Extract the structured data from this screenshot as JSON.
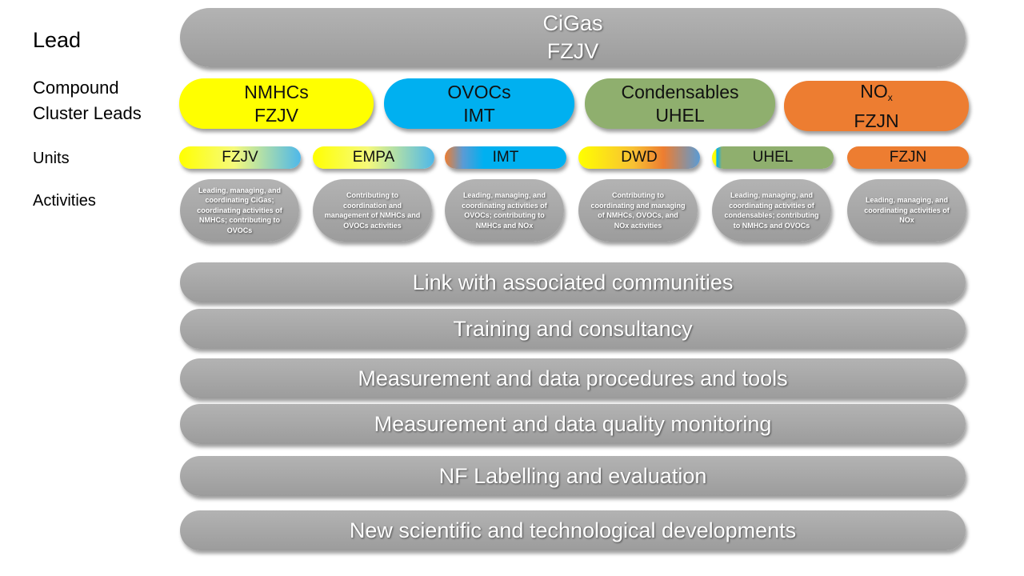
{
  "row_labels": {
    "lead": "Lead",
    "compound_line1": "Compound",
    "compound_line2": "Cluster Leads",
    "units": "Units",
    "activities": "Activities"
  },
  "lead": {
    "line1": "CiGas",
    "line2": "FZJV"
  },
  "clusters": [
    {
      "name": "NMHCs",
      "lead": "FZJV",
      "color": "#ffff00"
    },
    {
      "name": "OVOCs",
      "lead": "IMT",
      "color": "#00b0f0"
    },
    {
      "name": "Condensables",
      "lead": "UHEL",
      "color": "#8faf6e"
    },
    {
      "name": "NO",
      "name_sub": "x",
      "lead": "FZJN",
      "color": "#ed7d31"
    }
  ],
  "units": [
    "FZJV",
    "EMPA",
    "IMT",
    "DWD",
    "UHEL",
    "FZJN"
  ],
  "activities": [
    "Leading, managing, and coordinating CiGas; coordinating activities of NMHCs; contributing to OVOCs",
    "Contributing to coordination and management  of NMHCs  and OVOCs activities",
    "Leading, managing, and coordinating activities of OVOCs; contributing to NMHCs and NOx",
    "Contributing to coordinating and managing of NMHCs, OVOCs, and NOx activities",
    "Leading, managing, and coordinating activities of condensables; contributing to NMHCs and OVOCs",
    "Leading, managing, and coordinating activities of NOx"
  ],
  "bars": [
    "Link with associated communities",
    "Training  and consultancy",
    "Measurement and data procedures and tools",
    "Measurement and data quality monitoring",
    "NF Labelling and evaluation",
    "New scientific and technological developments"
  ],
  "colors": {
    "grey": "#a6a6a6",
    "yellow": "#ffff00",
    "blue": "#00b0f0",
    "green": "#8faf6e",
    "orange": "#ed7d31"
  }
}
